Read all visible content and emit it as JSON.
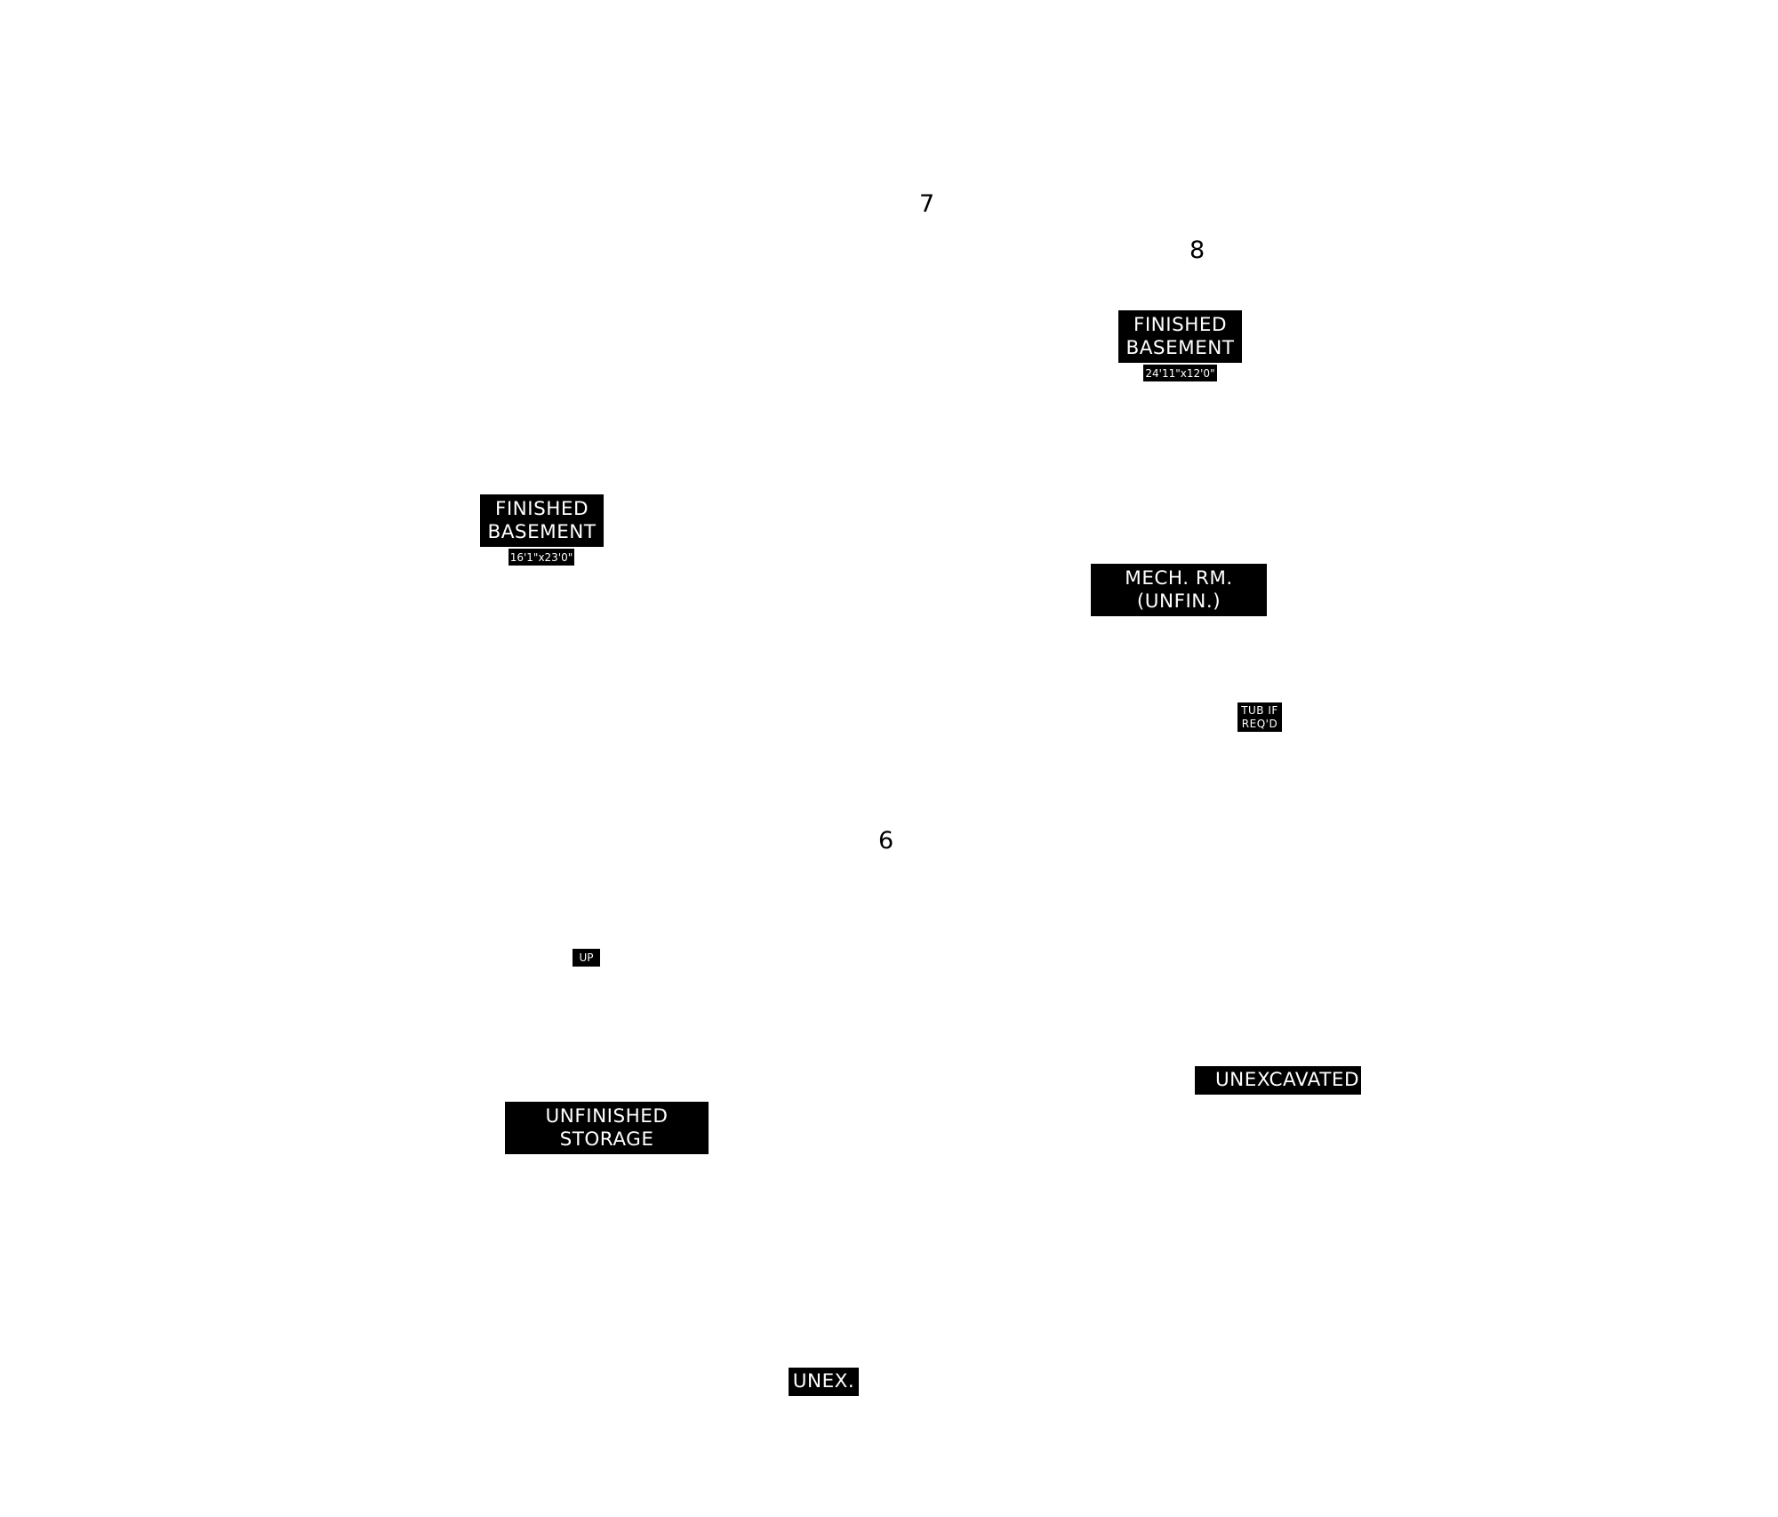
{
  "numbers": {
    "n7": "7",
    "n8": "8",
    "n6": "6"
  },
  "rooms": {
    "finished_basement_right": {
      "line1": "FINISHED",
      "line2": "BASEMENT",
      "dimensions": "24'11\"x12'0\""
    },
    "finished_basement_left": {
      "line1": "FINISHED",
      "line2": "BASEMENT",
      "dimensions": "16'1\"x23'0\""
    },
    "mech_room": {
      "line1": "MECH. RM.",
      "line2": "(UNFIN.)"
    },
    "tub": {
      "line1": "TUB IF",
      "line2": "REQ'D"
    },
    "stairs": {
      "label": "UP"
    },
    "unexcavated": {
      "label": "UNEXCAVATED"
    },
    "unfinished_storage": {
      "line1": "UNFINISHED",
      "line2": "STORAGE"
    },
    "unex": {
      "label": "UNEX."
    }
  },
  "colors": {
    "label_background": "#000000",
    "label_text": "#ffffff",
    "page_background": "#ffffff"
  }
}
